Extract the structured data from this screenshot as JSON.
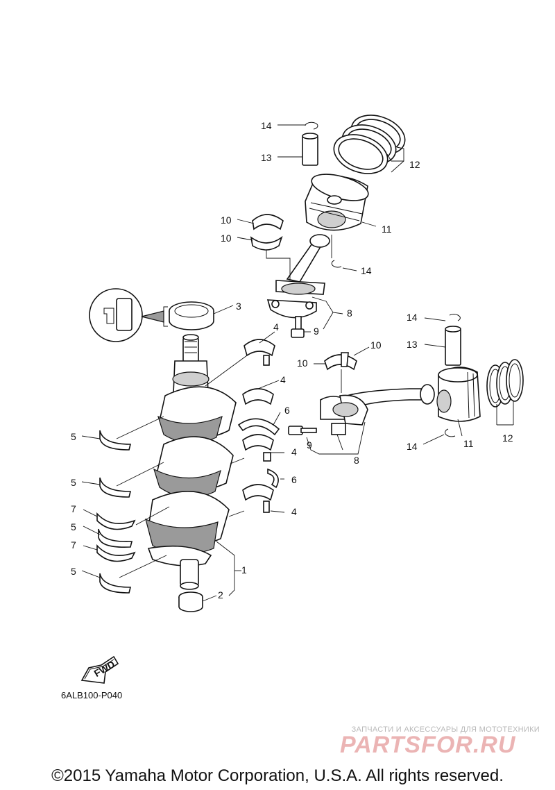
{
  "callouts": [
    {
      "id": "c14a",
      "text": "14"
    },
    {
      "id": "c13a",
      "text": "13"
    },
    {
      "id": "c12a",
      "text": "12"
    },
    {
      "id": "c11a",
      "text": "11"
    },
    {
      "id": "c10a",
      "text": "10"
    },
    {
      "id": "c10b",
      "text": "10"
    },
    {
      "id": "c14b",
      "text": "14"
    },
    {
      "id": "c3",
      "text": "3"
    },
    {
      "id": "c8a",
      "text": "8"
    },
    {
      "id": "c9a",
      "text": "9"
    },
    {
      "id": "c4a",
      "text": "4"
    },
    {
      "id": "c14c",
      "text": "14"
    },
    {
      "id": "c13b",
      "text": "13"
    },
    {
      "id": "c10c",
      "text": "10"
    },
    {
      "id": "c10d",
      "text": "10"
    },
    {
      "id": "c4b",
      "text": "4"
    },
    {
      "id": "c5a",
      "text": "5"
    },
    {
      "id": "c6a",
      "text": "6"
    },
    {
      "id": "c12b",
      "text": "12"
    },
    {
      "id": "c11b",
      "text": "11"
    },
    {
      "id": "c14d",
      "text": "14"
    },
    {
      "id": "c9b",
      "text": "9"
    },
    {
      "id": "c4c",
      "text": "4"
    },
    {
      "id": "c8b",
      "text": "8"
    },
    {
      "id": "c5b",
      "text": "5"
    },
    {
      "id": "c6b",
      "text": "6"
    },
    {
      "id": "c7a",
      "text": "7"
    },
    {
      "id": "c4d",
      "text": "4"
    },
    {
      "id": "c5c",
      "text": "5"
    },
    {
      "id": "c7b",
      "text": "7"
    },
    {
      "id": "c1",
      "text": "1"
    },
    {
      "id": "c5d",
      "text": "5"
    },
    {
      "id": "c2",
      "text": "2"
    }
  ],
  "fwd_label": "FWD",
  "diagram_code": "6ALB100-P040",
  "watermark": {
    "tagline": "ЗАПЧАСТИ И АКСЕССУАРЫ ДЛЯ МОТОТЕХНИКИ",
    "logo_text": "PARTSFOR.RU",
    "logo_color": "#e8a7a7"
  },
  "copyright": "©2015 Yamaha Motor Corporation, U.S.A. All rights reserved."
}
